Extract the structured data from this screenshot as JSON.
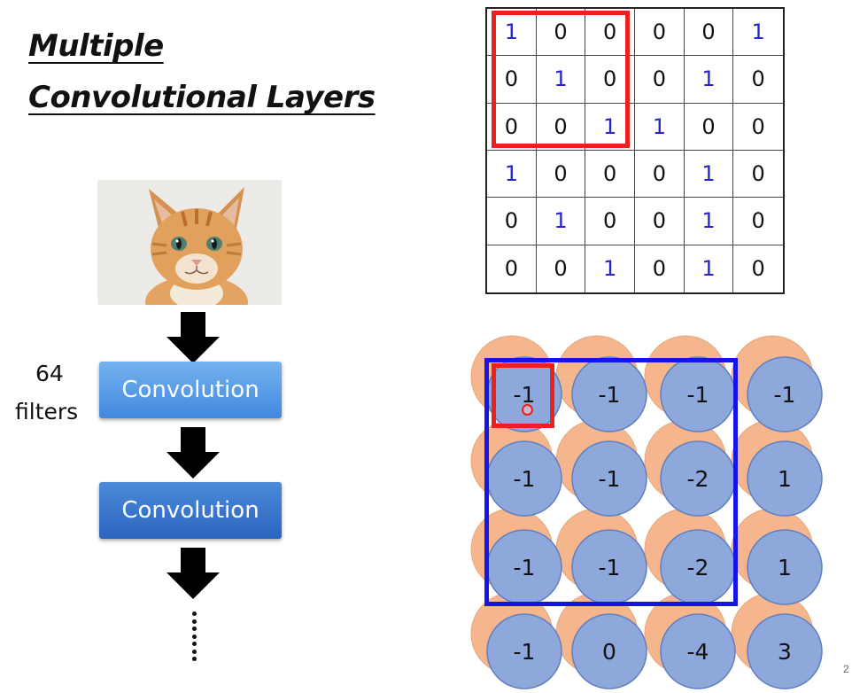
{
  "slide": {
    "title_line1": "Multiple",
    "title_line2": "Convolutional Layers",
    "filters_count": "64",
    "filters_word": "filters",
    "conv_label_1": "Convolution",
    "conv_label_2": "Convolution",
    "page_number": "2"
  },
  "image_matrix": {
    "rows": [
      [
        "1",
        "0",
        "0",
        "0",
        "0",
        "1"
      ],
      [
        "0",
        "1",
        "0",
        "0",
        "1",
        "0"
      ],
      [
        "0",
        "0",
        "1",
        "1",
        "0",
        "0"
      ],
      [
        "1",
        "0",
        "0",
        "0",
        "1",
        "0"
      ],
      [
        "0",
        "1",
        "0",
        "0",
        "1",
        "0"
      ],
      [
        "0",
        "0",
        "1",
        "0",
        "1",
        "0"
      ]
    ]
  },
  "feature_map": {
    "rows": [
      [
        "-1",
        "-1",
        "-1",
        "-1"
      ],
      [
        "-1",
        "-1",
        "-2",
        "1"
      ],
      [
        "-1",
        "-1",
        "-2",
        "1"
      ],
      [
        "-1",
        "0",
        "-4",
        "3"
      ]
    ]
  },
  "colors": {
    "one_digit": "#2424c8",
    "highlight_red": "#e8231e",
    "window_blue": "#1515e8",
    "circle_blue": "#8fa8dc",
    "circle_orange": "#f6b68d",
    "conv_box_top": "#5a9ee6",
    "conv_box_bottom": "#3a74cc"
  },
  "icons": [
    "cat-photo",
    "down-arrow-icon"
  ]
}
